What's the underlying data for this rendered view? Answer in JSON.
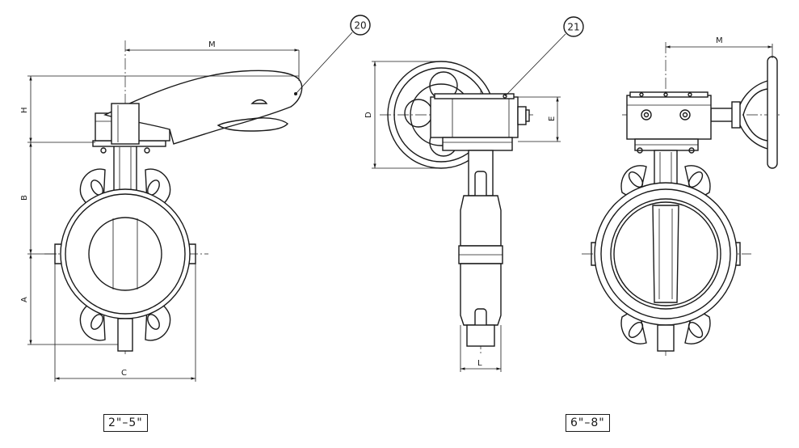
{
  "dimensions": {
    "left_view": {
      "M": "M",
      "H": "H",
      "B": "B",
      "A": "A",
      "C": "C"
    },
    "middle_view": {
      "D": "D",
      "E": "E",
      "L": "L"
    },
    "right_view": {
      "M": "M"
    }
  },
  "callouts": [
    {
      "number": "20"
    },
    {
      "number": "21"
    }
  ],
  "size_labels": {
    "small": "2\"–5\"",
    "large": "6\"–8\""
  },
  "colors": {
    "ink": "#1a1a1a",
    "paper": "#ffffff"
  }
}
